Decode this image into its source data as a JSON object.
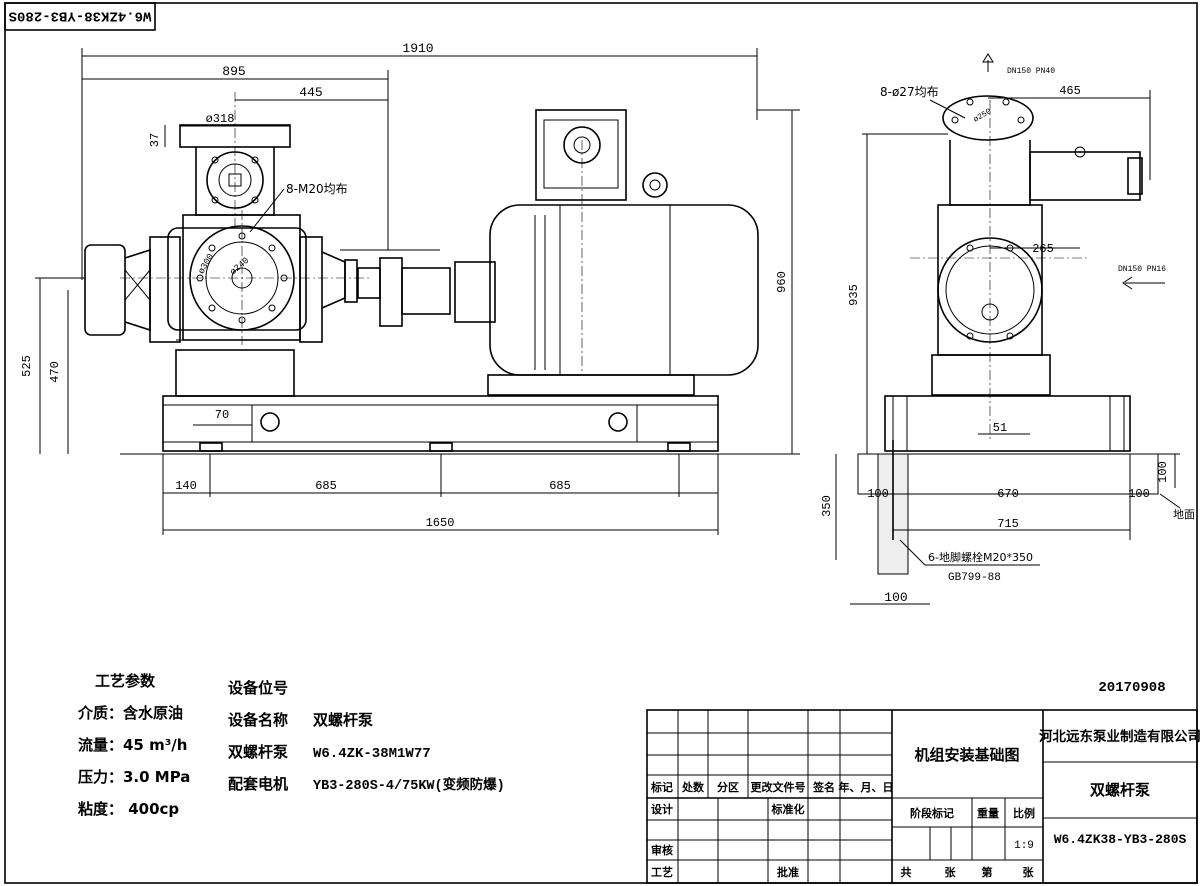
{
  "drawing_number_rotated": "W6.4ZK38-YB3-280S",
  "date": "20170908",
  "process_params": {
    "title": "工艺参数",
    "medium": "介质：含水原油",
    "flow": "流量：45 m³/h",
    "pressure": "压力：3.0 MPa",
    "viscosity": "粘度：  400cp"
  },
  "equipment": {
    "position_label": "设备位号",
    "name_label": "设备名称",
    "name_value": "双螺杆泵",
    "pump_label": "双螺杆泵",
    "pump_value": "W6.4ZK-38M1W77",
    "motor_label": "配套电机",
    "motor_value": "YB3-280S-4/75KW(变频防爆)"
  },
  "front_view": {
    "dim_1910": "1910",
    "dim_895": "895",
    "dim_445": "445",
    "dim_318": "ø318",
    "dim_37": "37",
    "bolts_note": "8-M20均布",
    "dim_240": "ø240",
    "dim_300": "ø300",
    "dim_960": "960",
    "dim_525": "525",
    "dim_470": "470",
    "dim_70": "70",
    "dim_140": "140",
    "dim_685_a": "685",
    "dim_685_b": "685",
    "dim_1650": "1650"
  },
  "side_view": {
    "outlet": "DN150 PN40",
    "holes_note": "8-ø27均布",
    "dim_250": "ø250",
    "dim_465": "465",
    "dim_265": "265",
    "inlet": "DN150 PN16",
    "dim_935": "935",
    "dim_51": "51",
    "dim_100_right": "100",
    "dim_100_left": "100",
    "dim_670": "670",
    "dim_100_b": "100",
    "ground": "地面",
    "dim_350": "350",
    "dim_715": "715",
    "anchor_bolts": "6-地脚螺栓M20*350",
    "anchor_std": "GB799-88",
    "dim_100_bottom": "100"
  },
  "title_block": {
    "col_headers": [
      "标记",
      "处数",
      "分区",
      "更改文件号",
      "签名",
      "年、月、日"
    ],
    "design": "设计",
    "standardize": "标准化",
    "review": "审核",
    "process": "工艺",
    "approve": "批准",
    "drawing_title": "机组安装基础图",
    "stage_mark": "阶段标记",
    "weight": "重量",
    "scale": "比例",
    "scale_value": "1:9",
    "total": "共",
    "sheets": "张",
    "sheet_no": "第",
    "sheets2": "张",
    "company": "河北远东泵业制造有限公司",
    "product": "双螺杆泵",
    "drawing_number": "W6.4ZK38-YB3-280S"
  }
}
